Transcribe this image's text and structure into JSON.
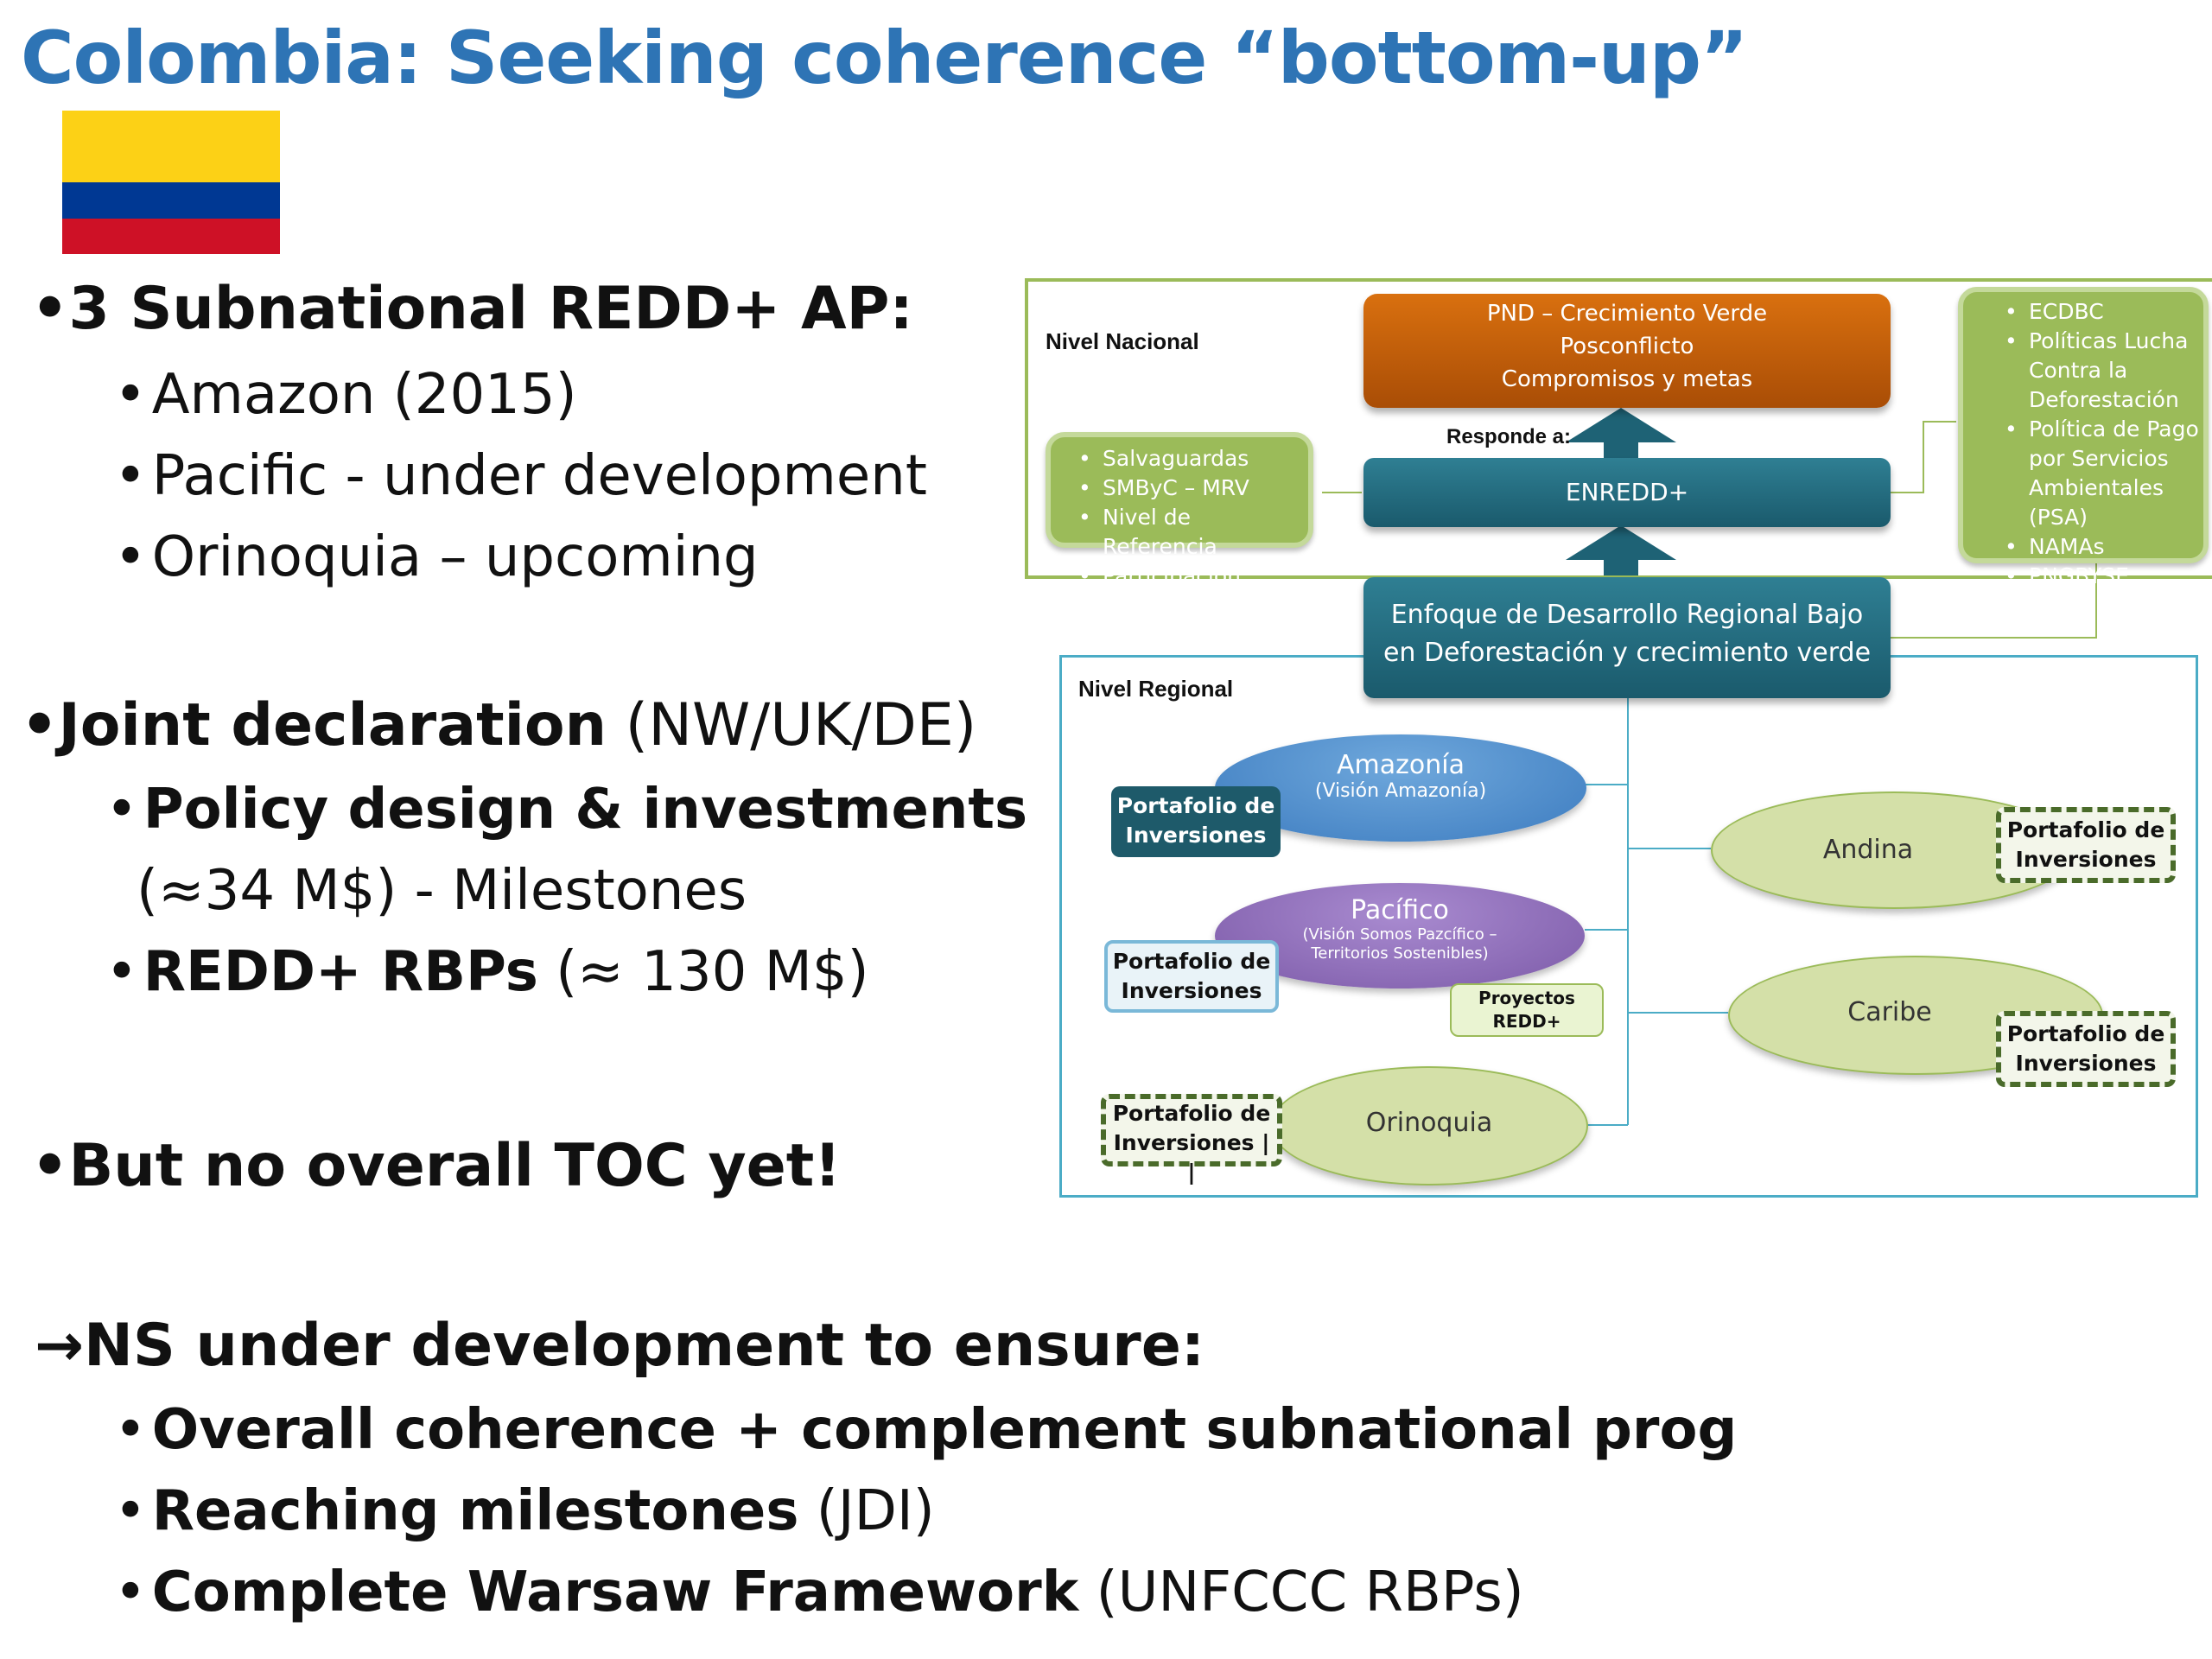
{
  "title": "Colombia: Seeking coherence “bottom-up”",
  "flag": {
    "colors": [
      "#fcd116",
      "#003893",
      "#ce1126"
    ]
  },
  "bullets": {
    "b1": "•3 Subnational REDD+ AP:",
    "b1_items": [
      "Amazon (2015)",
      "Pacific - under development",
      "Orinoquia – upcoming"
    ],
    "b2_bold": "•Joint declaration",
    "b2_rest": " (NW/UK/DE)",
    "b2_item1_bold": "Policy design & investments",
    "b2_item1_cont": "(≈34 M$) - Milestones",
    "b2_item2_bold": "REDD+ RBPs",
    "b2_item2_rest": " (≈ 130 M$)",
    "b3": "•But no overall TOC yet!",
    "b4": "→NS under development to ensure:",
    "b4_items": [
      {
        "bold": "Overall coherence + complement subnational prog",
        "rest": ""
      },
      {
        "bold": "Reaching milestones",
        "rest": " (JDI)"
      },
      {
        "bold": "Complete Warsaw Framework",
        "rest": " (UNFCCC RBPs)"
      }
    ]
  },
  "diagram": {
    "nivel_nacional": "Nivel Nacional",
    "nivel_regional": "Nivel Regional",
    "pnd": [
      "PND – Crecimiento Verde",
      "Posconflicto",
      "Compromisos y metas"
    ],
    "responde": "Responde a:",
    "enredd": "ENREDD+",
    "enfoque": [
      "Enfoque de Desarrollo Regional Bajo",
      "en Deforestación y crecimiento verde"
    ],
    "left_box": [
      "Salvaguardas",
      "SMByC – MRV",
      "Nivel de Referencia",
      "Participación"
    ],
    "right_box": [
      "ECDBC",
      "Políticas Lucha Contra la Deforestación",
      "Política de Pago por Servicios Ambientales (PSA)",
      "NAMAs",
      "PNGBYSE"
    ],
    "amazonia": {
      "name": "Amazonía",
      "sub": "(Visión Amazonía)"
    },
    "pacifico": {
      "name": "Pacífico",
      "sub": "(Visión Somos Pazcífico – Territorios Sostenibles)"
    },
    "orinoquia": "Orinoquia",
    "andina": "Andina",
    "caribe": "Caribe",
    "portafolio": "Portafolio de Inversiones",
    "portafolio_orinoquia": "Portafolio de Inversiones | |",
    "proyectos": "Proyectos REDD+"
  }
}
